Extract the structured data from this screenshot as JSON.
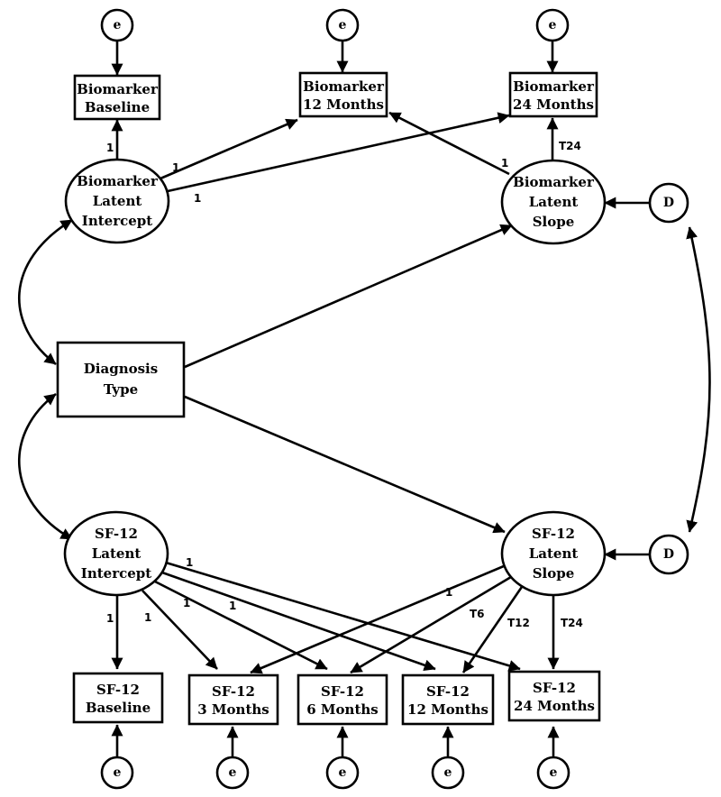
{
  "nodes": {
    "bm_baseline": {
      "lines": [
        "Biomarker",
        "Baseline"
      ]
    },
    "bm_12": {
      "lines": [
        "Biomarker",
        "12 Months"
      ]
    },
    "bm_24": {
      "lines": [
        "Biomarker",
        "24 Months"
      ]
    },
    "bm_intercept": {
      "lines": [
        "Biomarker",
        "Latent",
        "Intercept"
      ]
    },
    "bm_slope": {
      "lines": [
        "Biomarker",
        "Latent",
        "Slope"
      ]
    },
    "diagnosis": {
      "lines": [
        "Diagnosis",
        "Type"
      ]
    },
    "sf_intercept": {
      "lines": [
        "SF-12",
        "Latent",
        "Intercept"
      ]
    },
    "sf_slope": {
      "lines": [
        "SF-12",
        "Latent",
        "Slope"
      ]
    },
    "sf_baseline": {
      "lines": [
        "SF-12",
        "Baseline"
      ]
    },
    "sf_3": {
      "lines": [
        "SF-12",
        "3 Months"
      ]
    },
    "sf_6": {
      "lines": [
        "SF-12",
        "6 Months"
      ]
    },
    "sf_12": {
      "lines": [
        "SF-12",
        "12 Months"
      ]
    },
    "sf_24": {
      "lines": [
        "SF-12",
        "24 Months"
      ]
    }
  },
  "error_label": "e",
  "disturbance_label": "D",
  "path_labels": {
    "bm_int_baseline": "1",
    "bm_int_12": "1",
    "bm_int_24": "1",
    "bm_slope_12": "1",
    "bm_slope_24": "T24",
    "sf_int_baseline": "1",
    "sf_int_3": "1",
    "sf_int_6": "1",
    "sf_int_12": "1",
    "sf_int_24": "1",
    "sf_slope_3": "1",
    "sf_slope_6": "T6",
    "sf_slope_12": "T12",
    "sf_slope_24": "T24"
  },
  "colors": {
    "stroke": "#000000",
    "fill": "#ffffff",
    "text": "#000000"
  }
}
